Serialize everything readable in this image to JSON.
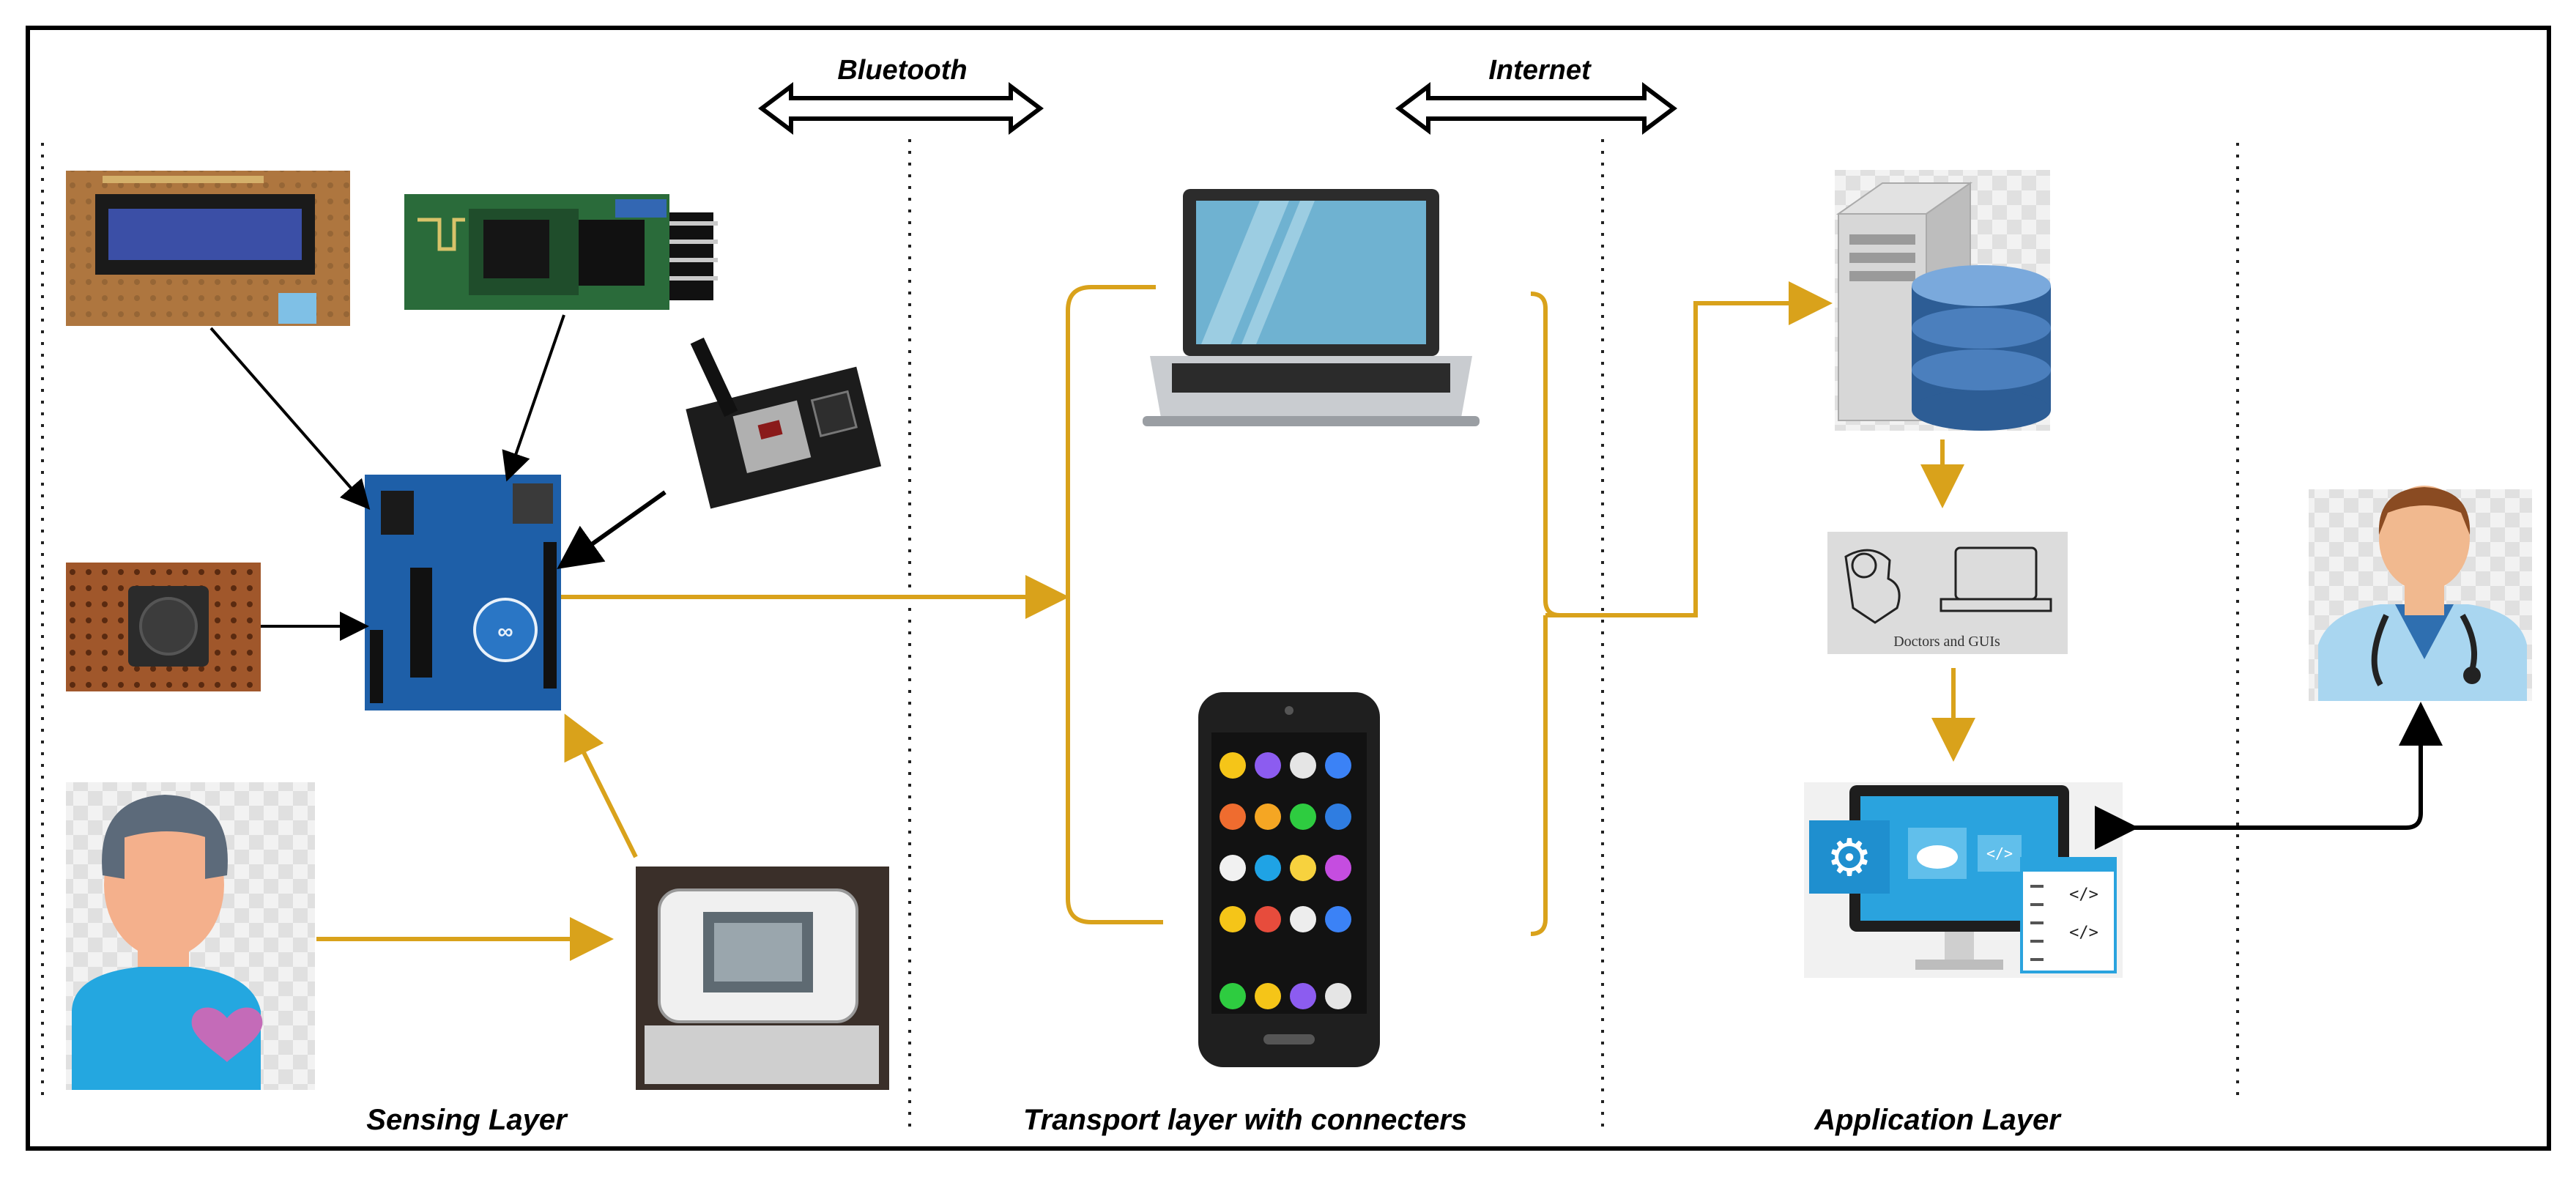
{
  "labels": {
    "bluetooth": "Bluetooth",
    "internet": "Internet",
    "sensing_layer": "Sensing Layer",
    "transport_layer": "Transport layer with connecters",
    "application_layer": "Application Layer",
    "doctors_gui": "Doctors and GUIs"
  },
  "colors": {
    "flow": "#d9a21b",
    "arrow": "#000000",
    "divider": "#222222",
    "arduino": "#1e5fa8",
    "screen": "#6fb2d1"
  }
}
